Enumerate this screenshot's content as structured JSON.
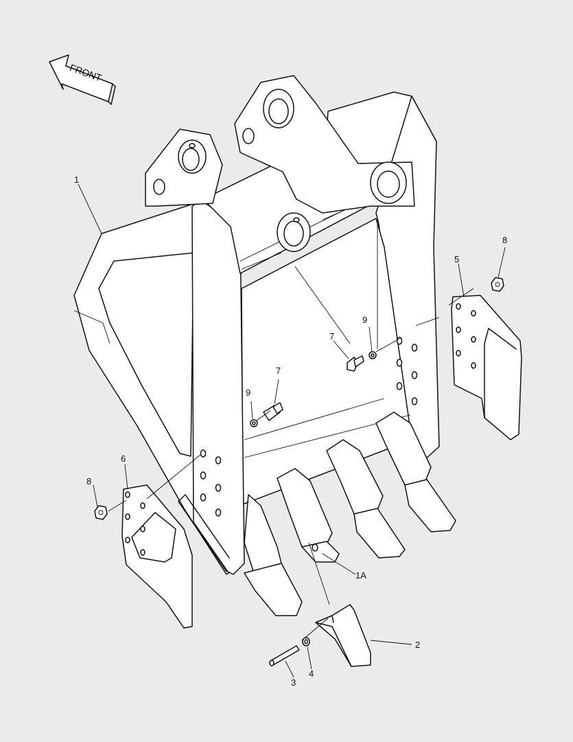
{
  "figure": {
    "front_arrow_label": "FRONT",
    "callouts": [
      {
        "id": "callout-1",
        "label": "1"
      },
      {
        "id": "callout-1a",
        "label": "1A"
      },
      {
        "id": "callout-2",
        "label": "2"
      },
      {
        "id": "callout-3",
        "label": "3"
      },
      {
        "id": "callout-4",
        "label": "4"
      },
      {
        "id": "callout-5",
        "label": "5"
      },
      {
        "id": "callout-6",
        "label": "6"
      },
      {
        "id": "callout-7-top",
        "label": "7"
      },
      {
        "id": "callout-7-left",
        "label": "7"
      },
      {
        "id": "callout-8-right",
        "label": "8"
      },
      {
        "id": "callout-8-left",
        "label": "8"
      },
      {
        "id": "callout-9-top",
        "label": "9"
      },
      {
        "id": "callout-9-left",
        "label": "9"
      }
    ]
  },
  "colors": {
    "background": "#ebebeb",
    "line": "#111111",
    "fill": "#ffffff"
  }
}
